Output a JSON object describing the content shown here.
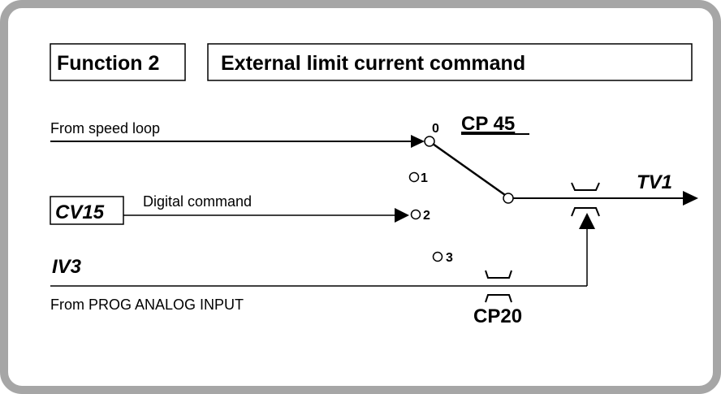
{
  "header": {
    "function_label": "Function 2",
    "title": "External limit current command"
  },
  "inputs": {
    "speed_loop": "From speed loop",
    "digital_param": "CV15",
    "digital_command": "Digital command",
    "analog_param": "IV3",
    "analog_input": "From PROG ANALOG INPUT"
  },
  "selector": {
    "param": "CP 45",
    "positions": [
      "0",
      "1",
      "2",
      "3"
    ]
  },
  "limiter_param": "CP20",
  "output": "TV1",
  "colors": {
    "frame": "#a6a6a6",
    "line": "#000000"
  }
}
